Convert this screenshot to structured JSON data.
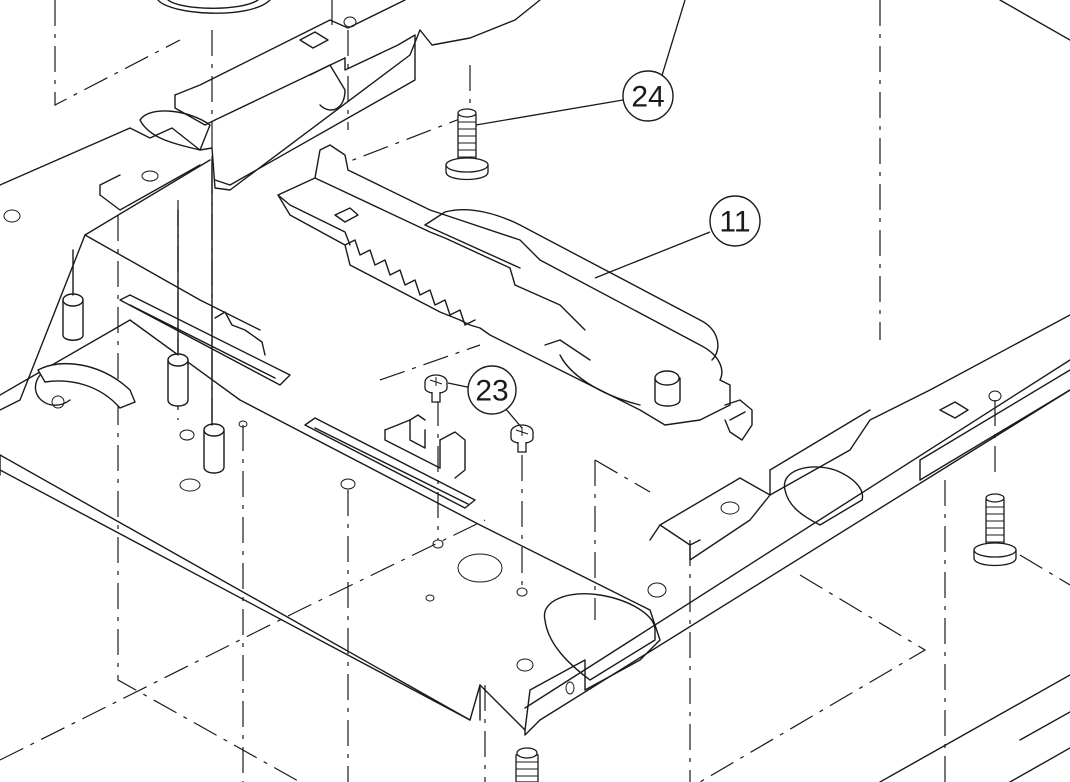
{
  "drawing": "exploded-view",
  "callouts": [
    {
      "id": "c24",
      "label": "24"
    },
    {
      "id": "c11",
      "label": "11"
    },
    {
      "id": "c23",
      "label": "23"
    }
  ]
}
